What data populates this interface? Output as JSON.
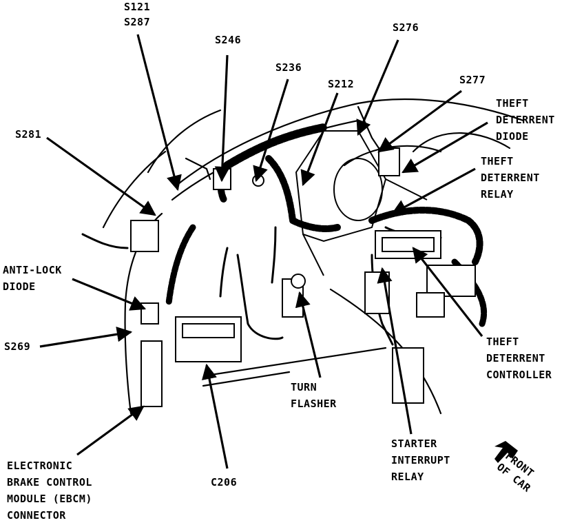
{
  "labels": {
    "s121": "S121",
    "s287": "S287",
    "s246": "S246",
    "s236": "S236",
    "s212": "S212",
    "s276": "S276",
    "s277": "S277",
    "s281": "S281",
    "s269": "S269",
    "c206": "C206",
    "theft_deterrent_diode": [
      "THEFT",
      "DETERRENT",
      "DIODE"
    ],
    "theft_deterrent_relay": [
      "THEFT",
      "DETERRENT",
      "RELAY"
    ],
    "anti_lock_diode": [
      "ANTI-LOCK",
      "DIODE"
    ],
    "theft_deterrent_controller": [
      "THEFT",
      "DETERRENT",
      "CONTROLLER"
    ],
    "turn_flasher": [
      "TURN",
      "FLASHER"
    ],
    "starter_interrupt_relay": [
      "STARTER",
      "INTERRUPT",
      "RELAY"
    ],
    "ebcm_connector": [
      "ELECTRONIC",
      "BRAKE CONTROL",
      "MODULE (EBCM)",
      "CONNECTOR"
    ],
    "front_of_car": [
      "FRONT",
      "OF CAR"
    ]
  },
  "colors": {
    "ink": "#000000",
    "paper": "#ffffff"
  }
}
